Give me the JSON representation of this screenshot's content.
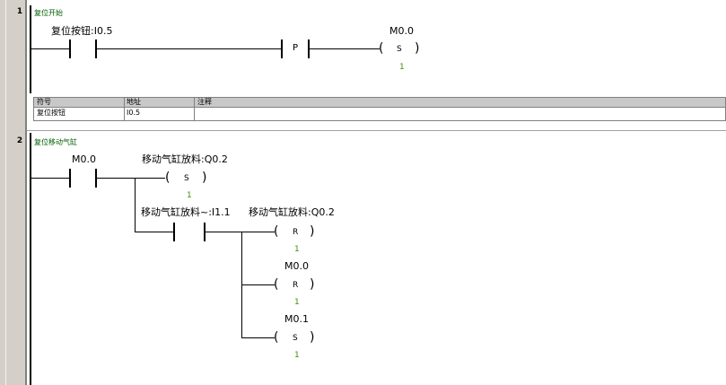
{
  "networks": [
    {
      "number": "1",
      "title": "复位开始",
      "contact_label": "复位按钮:I0.5",
      "edge_detector": "P",
      "coil": {
        "address": "M0.0",
        "op": "S",
        "count": "1"
      },
      "symbol_table": {
        "headers": [
          "符号",
          "地址",
          "注释"
        ],
        "row": [
          "复位按钮",
          "I0.5",
          ""
        ]
      }
    },
    {
      "number": "2",
      "title": "复位移动气缸",
      "contact1_label": "M0.0",
      "coil1": {
        "address": "移动气缸放料:Q0.2",
        "op": "S",
        "count": "1"
      },
      "contact2_label": "移动气缸放料~:I1.1",
      "coil2": {
        "address": "移动气缸放料:Q0.2",
        "op": "R",
        "count": "1"
      },
      "coil3": {
        "address": "M0.0",
        "op": "R",
        "count": "1"
      },
      "coil4": {
        "address": "M0.1",
        "op": "S",
        "count": "1"
      }
    }
  ],
  "colors": {
    "title": "#006000",
    "count": "#4b8a00",
    "gutter": "#d4d0c8"
  }
}
